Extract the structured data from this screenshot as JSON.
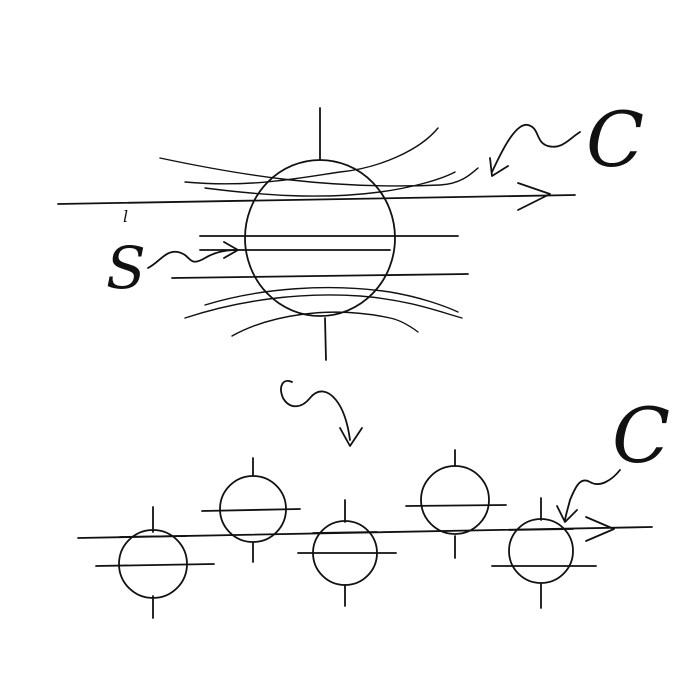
{
  "labels": {
    "c_top": "C",
    "c_bottom": "C",
    "s_letter": "S",
    "s_superscript": "l"
  },
  "colors": {
    "ink": "#111111",
    "background": "#ffffff"
  },
  "bottom_row_count": 5
}
